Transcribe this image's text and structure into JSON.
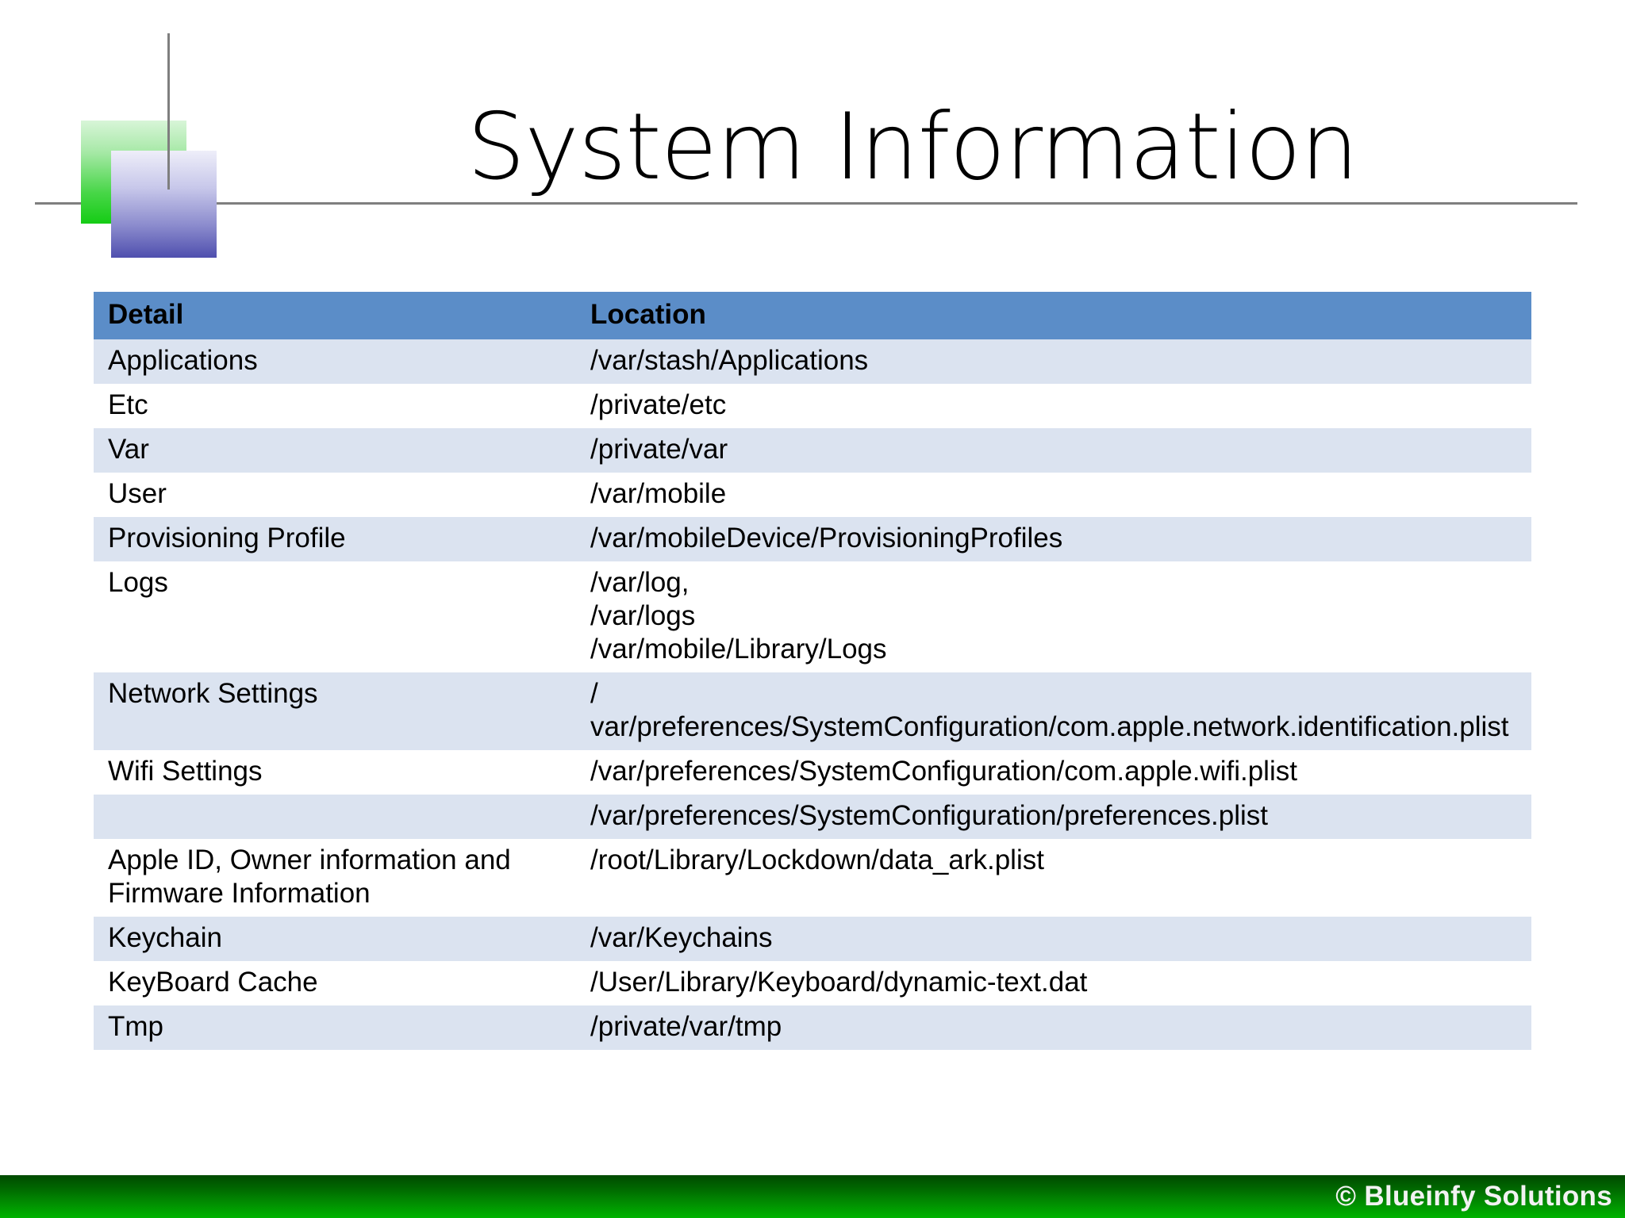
{
  "slide": {
    "title": "System Information"
  },
  "logo": {
    "green_block": "green-gradient-square",
    "purple_block": "purple-gradient-square",
    "vertical_rule": "vertical-line",
    "horizontal_rule": "horizontal-line"
  },
  "table": {
    "columns": [
      "Detail",
      "Location"
    ],
    "rows": [
      {
        "detail": "Applications",
        "location": "/var/stash/Applications",
        "shaded": true
      },
      {
        "detail": "Etc",
        "location": "/private/etc",
        "shaded": false
      },
      {
        "detail": "Var",
        "location": "/private/var",
        "shaded": true
      },
      {
        "detail": "User",
        "location": "/var/mobile",
        "shaded": false
      },
      {
        "detail": "Provisioning Profile",
        "location": "/var/mobileDevice/ProvisioningProfiles",
        "shaded": true
      },
      {
        "detail": "Logs",
        "location": "/var/log,\n/var/logs\n/var/mobile/Library/Logs",
        "shaded": false
      },
      {
        "detail": "Network Settings",
        "location": "/\nvar/preferences/SystemConfiguration/com.apple.network.identification.plist",
        "shaded": true
      },
      {
        "detail": "Wifi Settings",
        "location": "/var/preferences/SystemConfiguration/com.apple.wifi.plist",
        "shaded": false
      },
      {
        "detail": "",
        "location": "/var/preferences/SystemConfiguration/preferences.plist",
        "shaded": true
      },
      {
        "detail": "Apple ID, Owner information and Firmware Information",
        "location": "/root/Library/Lockdown/data_ark.plist",
        "shaded": false
      },
      {
        "detail": "Keychain",
        "location": "/var/Keychains",
        "shaded": true
      },
      {
        "detail": "KeyBoard Cache",
        "location": "/User/Library/Keyboard/dynamic-text.dat",
        "shaded": false
      },
      {
        "detail": "Tmp",
        "location": "/private/var/tmp",
        "shaded": true
      }
    ]
  },
  "footer": {
    "copyright": "© Blueinfy Solutions"
  },
  "colors": {
    "header_blue": "#5b8dc8",
    "row_shade": "#dbe3f0",
    "row_plain": "#ffffff",
    "footer_green_dark": "#004a00",
    "footer_green_light": "#00b300",
    "rule_gray": "#7f7f7f",
    "logo_green": "#15cc15",
    "logo_purple": "#4f4fae",
    "text_black": "#000000"
  }
}
